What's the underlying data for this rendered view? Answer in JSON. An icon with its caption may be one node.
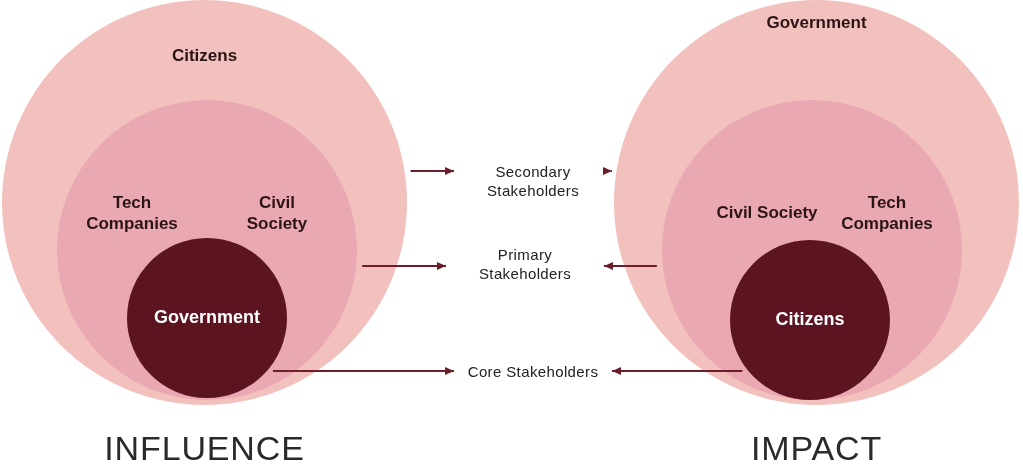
{
  "diagram": {
    "nodes": [
      {
        "text": [
          "Citizens"
        ],
        "beside": [
          "INFLUENCE"
        ]
      },
      {
        "text": [
          "Tech Companies",
          "Civil Society"
        ],
        "in": 0
      },
      {
        "text": [
          "Government"
        ],
        "in": 1
      },
      {
        "text": [
          "Government"
        ],
        "beside": [
          "IMPACT"
        ]
      },
      {
        "text": [
          "Civil Society",
          "Tech Companies"
        ],
        "in": 3
      },
      {
        "text": [
          "Citizens"
        ],
        "in": 4
      },
      {
        "text": [
          "Secondary Stakeholders"
        ]
      },
      {
        "text": [
          "Primary Stakeholders"
        ]
      },
      {
        "text": [
          "Core Stakeholders"
        ]
      }
    ],
    "edges": [
      {
        "from": 0,
        "to": 6,
        "arrow": "to"
      },
      {
        "from": 3,
        "to": 6,
        "arrow": "to"
      },
      {
        "from": 1,
        "to": 7,
        "arrow": "to"
      },
      {
        "from": 4,
        "to": 7,
        "arrow": "to"
      },
      {
        "from": 2,
        "to": 8,
        "arrow": "to"
      },
      {
        "from": 5,
        "to": 8,
        "arrow": "to"
      }
    ]
  }
}
